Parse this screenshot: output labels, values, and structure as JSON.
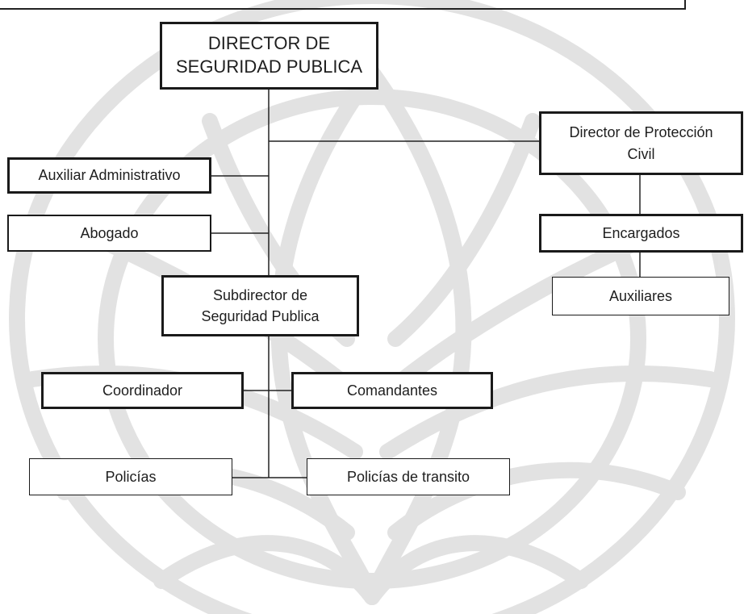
{
  "org_chart": {
    "director": "DIRECTOR DE\nSEGURIDAD PUBLICA",
    "auxiliar_administrativo": "Auxiliar Administrativo",
    "abogado": "Abogado",
    "subdirector": "Subdirector de\nSeguridad Publica",
    "coordinador": "Coordinador",
    "comandantes": "Comandantes",
    "policias": "Policías",
    "policias_transito": "Policías de transito",
    "director_proteccion_civil": "Director de Protección\nCivil",
    "encargados": "Encargados",
    "auxiliares": "Auxiliares"
  },
  "colors": {
    "border": "#1a1a1a",
    "text": "#1e1e1e",
    "watermark": "#d9d9d9",
    "background": "#ffffff"
  }
}
